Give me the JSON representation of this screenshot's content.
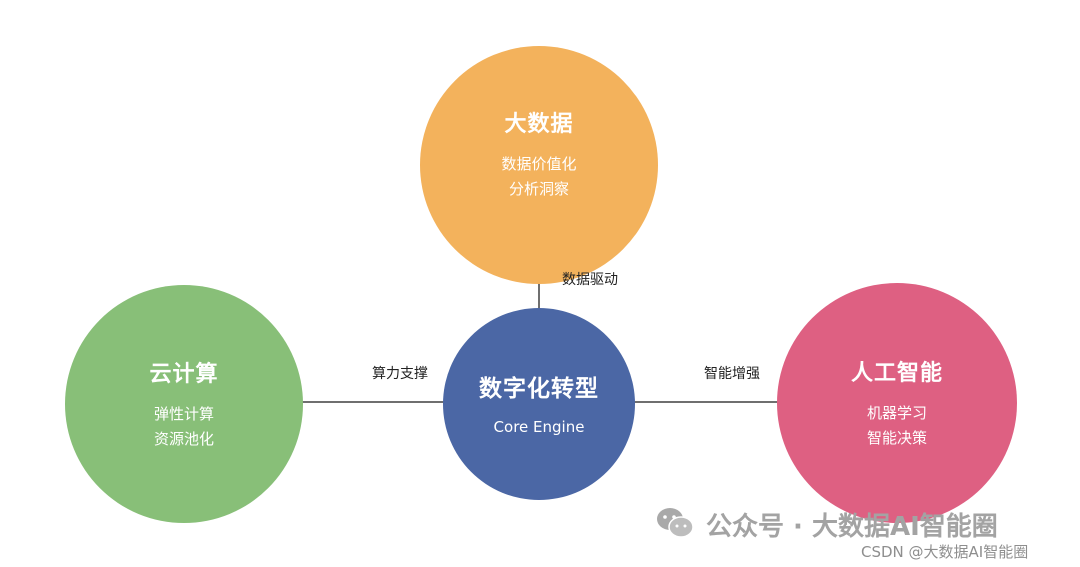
{
  "colors": {
    "big_data": "#f3b25c",
    "cloud": "#88bf78",
    "core": "#4b67a5",
    "ai": "#de6082",
    "line": "#6f6f6f"
  },
  "nodes": {
    "big_data": {
      "title": "大数据",
      "lines": [
        "数据价值化",
        "分析洞察"
      ]
    },
    "cloud": {
      "title": "云计算",
      "lines": [
        "弹性计算",
        "资源池化"
      ]
    },
    "core": {
      "title": "数字化转型",
      "subtitle": "Core Engine"
    },
    "ai": {
      "title": "人工智能",
      "lines": [
        "机器学习",
        "智能决策"
      ]
    }
  },
  "edges": {
    "data_driven": "数据驱动",
    "compute_support": "算力支撑",
    "intelligence_boost": "智能增强"
  },
  "watermark": {
    "icon": "wechat-icon",
    "account": "公众号 · 大数据AI智能圈",
    "csdn": "CSDN @大数据AI智能圈"
  }
}
